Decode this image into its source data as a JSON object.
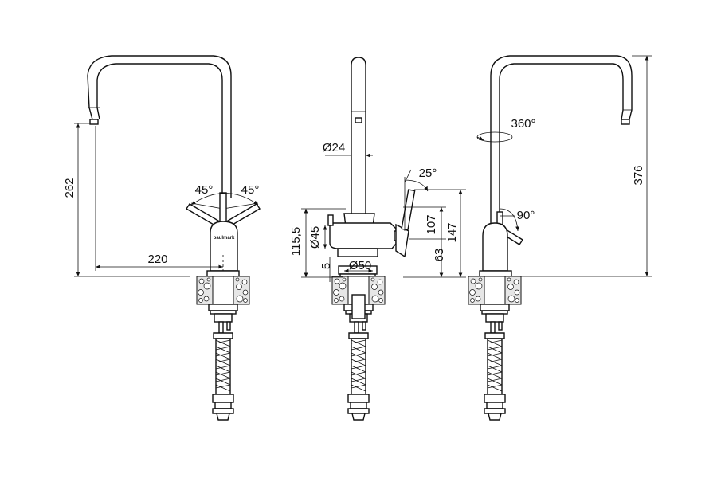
{
  "brand": "paulmark",
  "front_view": {
    "height_label": "262",
    "reach_label": "220",
    "angle_left": "45°",
    "angle_right": "45°"
  },
  "side_view": {
    "spout_diameter": "Ø24",
    "lever_angle": "25°",
    "height_body": "115,5",
    "body_diameter": "Ø45",
    "base_thickness": "5",
    "base_diameter": "Ø50",
    "lever_height": "107",
    "lever_base": "63",
    "total_lever": "147"
  },
  "rear_view": {
    "rotation": "360°",
    "lever_angle": "90°",
    "total_height": "376"
  }
}
